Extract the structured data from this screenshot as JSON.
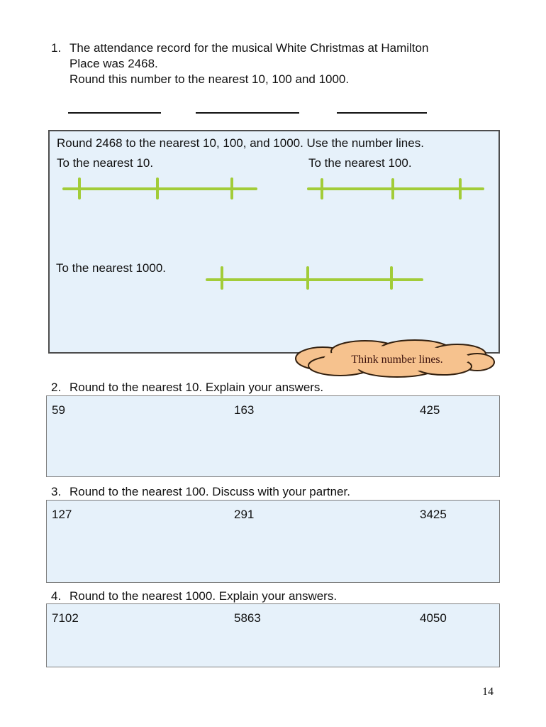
{
  "q1": {
    "number": "1.",
    "lines": [
      "The attendance record for the musical White Christmas at Hamilton",
      "Place was 2468.",
      "Round this number to the nearest 10, 100 and 1000."
    ]
  },
  "number_lines_box": {
    "instruction": "Round 2468 to the nearest 10, 100, and 1000. Use the number lines.",
    "label_10": "To the nearest 10.",
    "label_100": "To the nearest 100.",
    "label_1000": "To the nearest 1000."
  },
  "cloud": {
    "text": "Think number lines."
  },
  "q2": {
    "number": "2.",
    "prompt": "Round to the nearest 10. Explain your answers.",
    "values": [
      "59",
      "163",
      "425"
    ]
  },
  "q3": {
    "number": "3.",
    "prompt": "Round to the nearest 100. Discuss with your partner.",
    "values": [
      "127",
      "291",
      "3425"
    ]
  },
  "q4": {
    "number": "4.",
    "prompt": "Round to the nearest 1000. Explain your answers.",
    "values": [
      "7102",
      "5863",
      "4050"
    ]
  },
  "footer": {
    "page_number": "14"
  },
  "colors": {
    "box_bg": "#E6F1FA",
    "line_green": "#A2CC38",
    "cloud_fill": "#F6C28E",
    "cloud_stroke": "#33200F",
    "cloud_text": "#3B110C",
    "box_border_dark": "#4D4D4D",
    "box_border_light": "#7F7F7F",
    "blank_line": "#111111",
    "text": "#111111"
  }
}
